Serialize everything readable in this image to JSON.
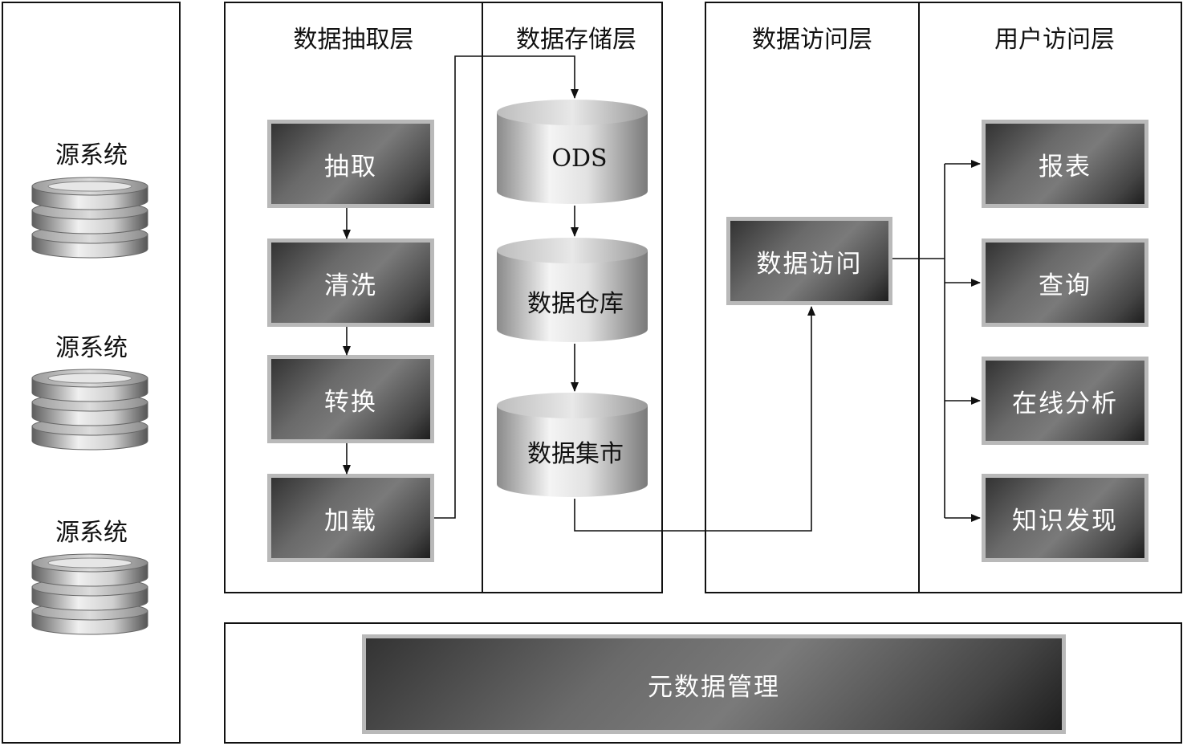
{
  "source_systems": [
    {
      "label": "源系统",
      "icon": "database-stack-icon"
    },
    {
      "label": "源系统",
      "icon": "database-stack-icon"
    },
    {
      "label": "源系统",
      "icon": "database-stack-icon"
    }
  ],
  "layers": {
    "extraction": {
      "title": "数据抽取层",
      "steps": [
        "抽取",
        "清洗",
        "转换",
        "加载"
      ]
    },
    "storage": {
      "title": "数据存储层",
      "stores": [
        "ODS",
        "数据仓库",
        "数据集市"
      ]
    },
    "access": {
      "title": "数据访问层",
      "node": "数据访问"
    },
    "user": {
      "title": "用户访问层",
      "apps": [
        "报表",
        "查询",
        "在线分析",
        "知识发现"
      ]
    }
  },
  "metadata": {
    "label": "元数据管理"
  },
  "colors": {
    "line": "#111111",
    "box_border": "#b9b9b9",
    "box_dark": "#333333",
    "box_light": "#7a7a7a"
  }
}
